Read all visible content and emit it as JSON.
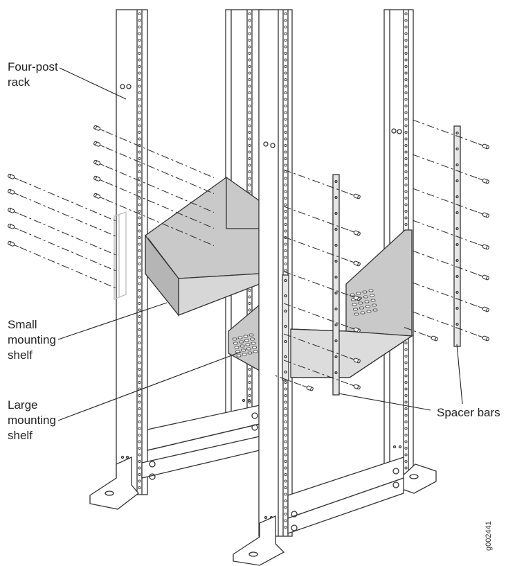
{
  "labels": {
    "four_post_rack": "Four-post\nrack",
    "small_shelf": "Small\nmounting\nshelf",
    "large_shelf": "Large\nmounting\nshelf",
    "spacer_bars": "Spacer bars"
  },
  "figure_id": "g002441",
  "colors": {
    "line": "#333333",
    "shelf_fill": "#c9c9c9",
    "shelf_fill_light": "#dedede",
    "background": "#ffffff"
  }
}
